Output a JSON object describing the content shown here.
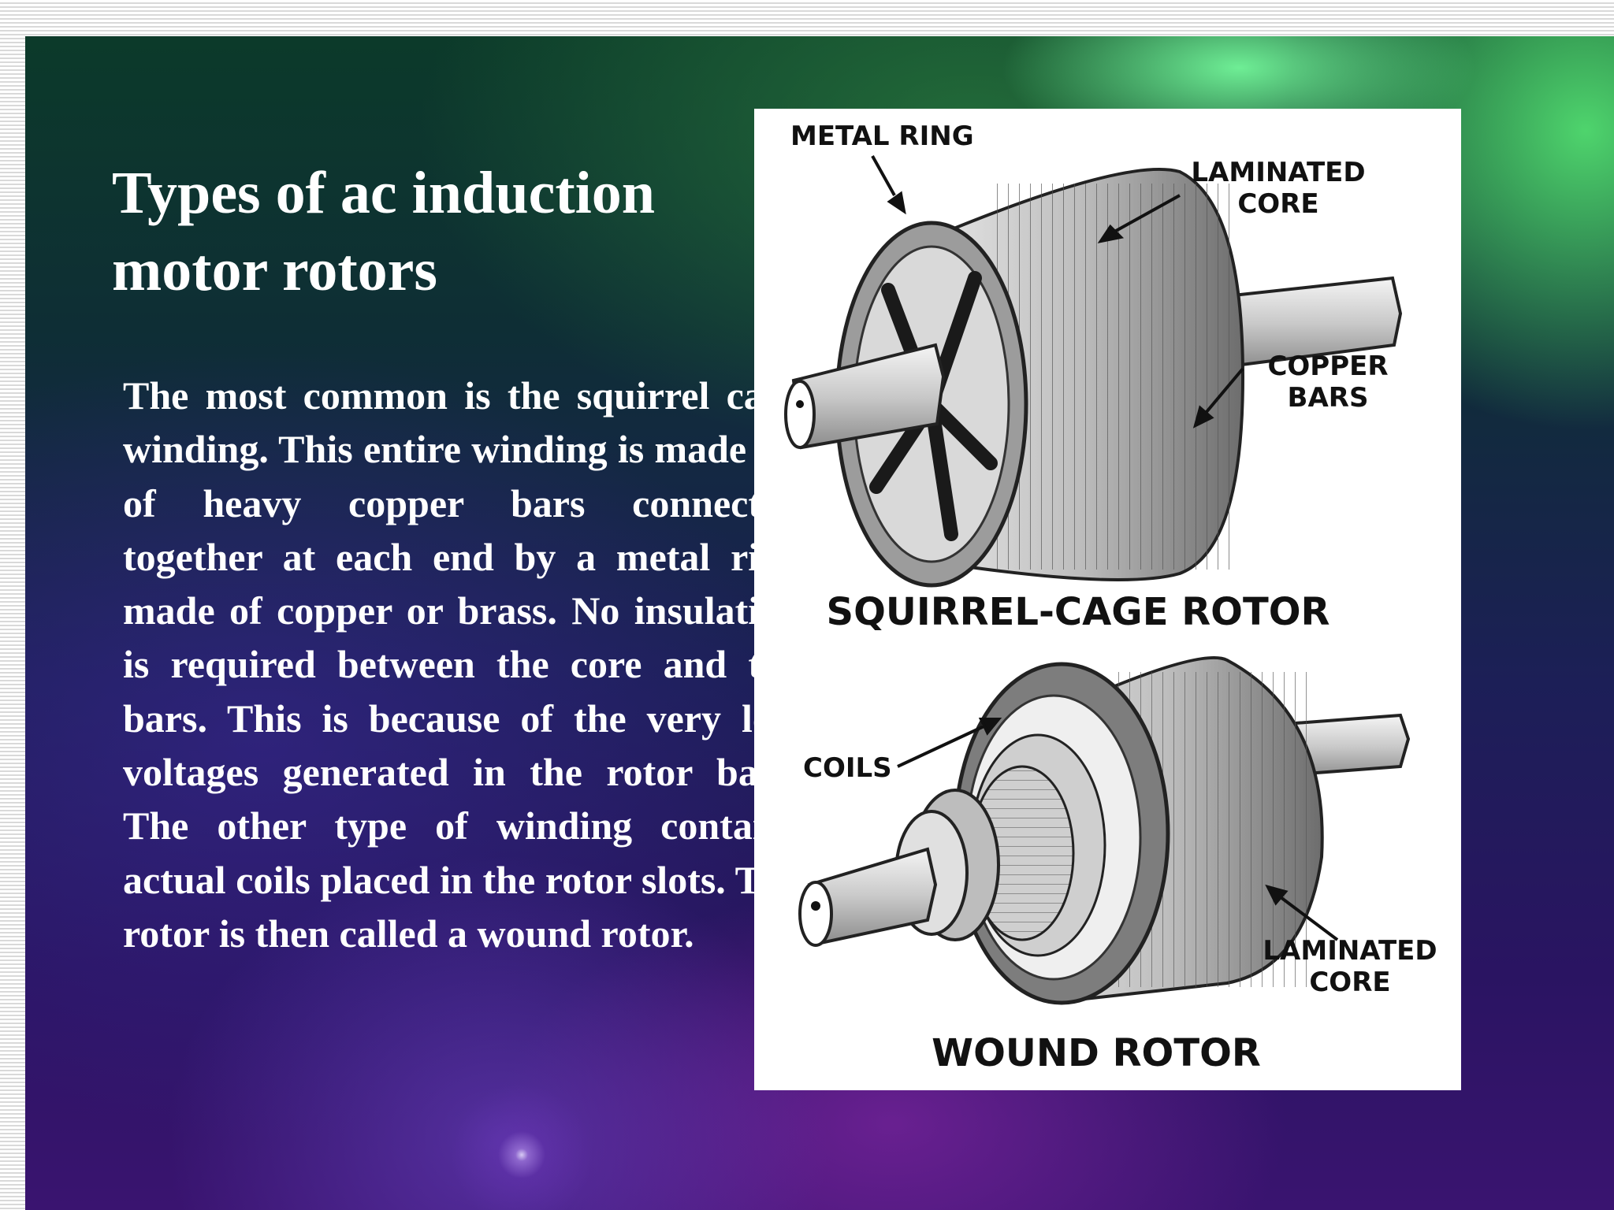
{
  "slide": {
    "title": "Types of ac induction motor rotors",
    "body": "The most common is the squirrel cage winding. This entire winding is made up of heavy copper bars connected together at each end by a metal ring made of copper or brass. No insulation is required between the core and the bars. This is because of the very low voltages generated in the rotor bars. The other type of winding contains actual coils placed in the rotor slots. The rotor is then called a wound rotor."
  },
  "figure": {
    "squirrel_cage": {
      "caption": "SQUIRREL-CAGE ROTOR",
      "label_metal_ring": "METAL RING",
      "label_laminated_core_line1": "LAMINATED",
      "label_laminated_core_line2": "CORE",
      "label_copper_bars_line1": "COPPER",
      "label_copper_bars_line2": "BARS"
    },
    "wound": {
      "caption": "WOUND ROTOR",
      "label_coils": "COILS",
      "label_laminated_core_line1": "LAMINATED",
      "label_laminated_core_line2": "CORE"
    }
  }
}
